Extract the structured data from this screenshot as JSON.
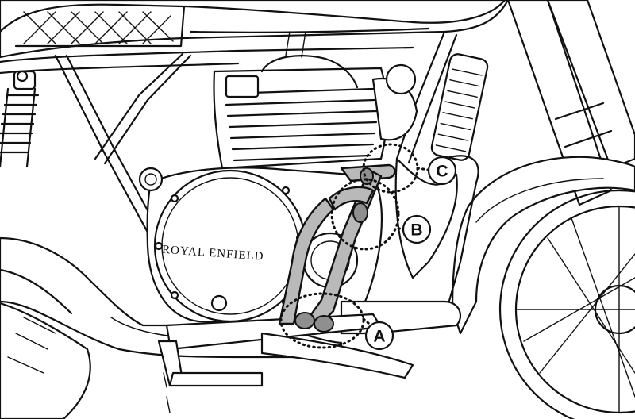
{
  "engine": {
    "brand_text": "ROYAL ENFIELD"
  },
  "callouts": [
    {
      "id": "A",
      "label": "A"
    },
    {
      "id": "B",
      "label": "B"
    },
    {
      "id": "C",
      "label": "C"
    }
  ]
}
